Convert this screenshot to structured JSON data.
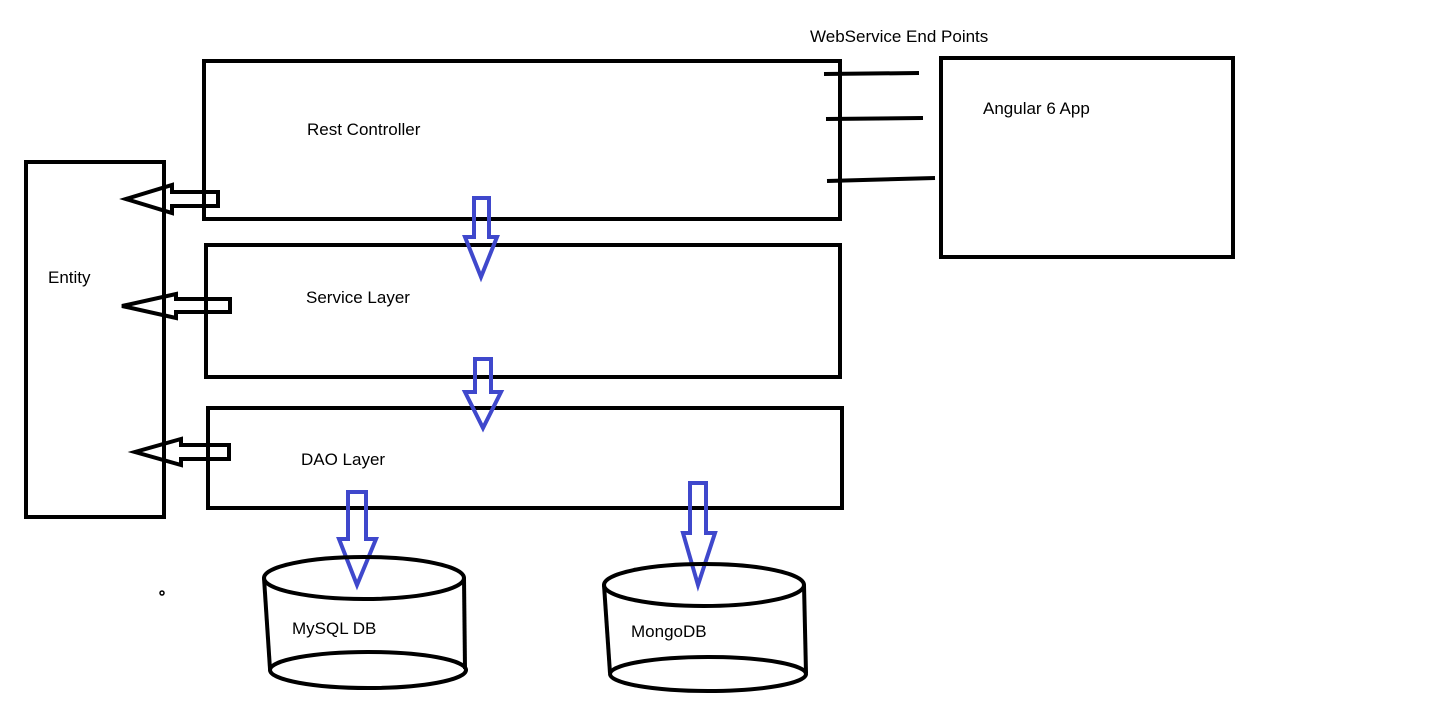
{
  "diagram": {
    "labels": {
      "endpoints_title": "WebService End Points",
      "angular_app": "Angular 6 App",
      "rest_controller": "Rest Controller",
      "entity": "Entity",
      "service_layer": "Service Layer",
      "dao_layer": "DAO Layer",
      "mysql_db": "MySQL DB",
      "mongodb": "MongoDB"
    },
    "colors": {
      "stroke": "#000000",
      "arrow": "#3f48cc",
      "background": "#ffffff"
    }
  }
}
